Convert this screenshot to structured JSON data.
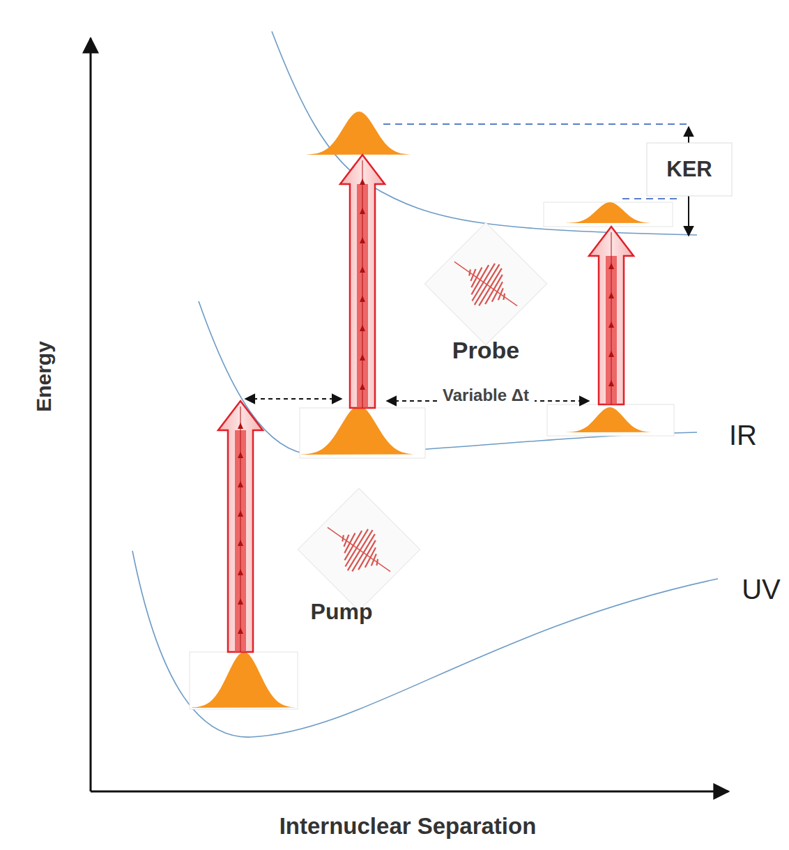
{
  "diagram": {
    "labels": [
      "KER",
      "Probe",
      "Variable Δt",
      "Pump",
      "IR",
      "UV",
      "Energy",
      "Internuclear Separation"
    ]
  }
}
